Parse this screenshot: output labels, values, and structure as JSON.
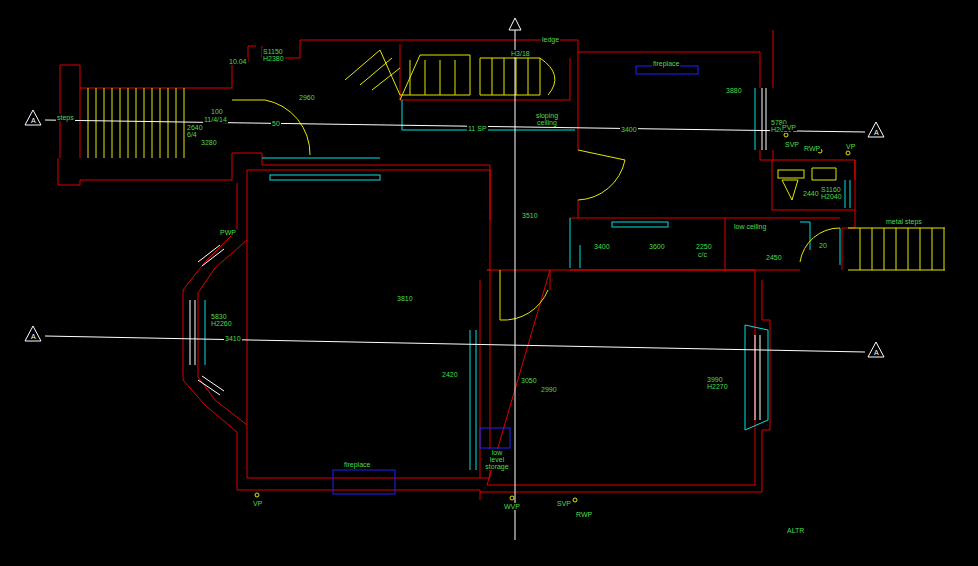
{
  "diagram": {
    "labels": [
      "steps",
      "100",
      "11/4/14",
      "2640",
      "6/4",
      "3280",
      "50",
      "10.04",
      "S1150",
      "H2380",
      "2960",
      "ledge",
      "H3/18",
      "sloping ceiling",
      "11 SP",
      "fireplace",
      "3880",
      "3400",
      "5780",
      "H2080",
      "PVP",
      "SVP",
      "RWP",
      "VP",
      "2440",
      "S1160",
      "H2040",
      "low ceiling",
      "metal steps",
      "3510",
      "3400",
      "3600",
      "2250",
      "c/c",
      "2450",
      "20",
      "PWP",
      "3810",
      "5830",
      "H2260",
      "3410",
      "2420",
      "3050",
      "2990",
      "3990",
      "H2270",
      "low level storage",
      "fireplace",
      "VP",
      "WVP",
      "SVP",
      "RWP",
      "ALTR",
      "A",
      "A",
      "A",
      "A"
    ]
  }
}
